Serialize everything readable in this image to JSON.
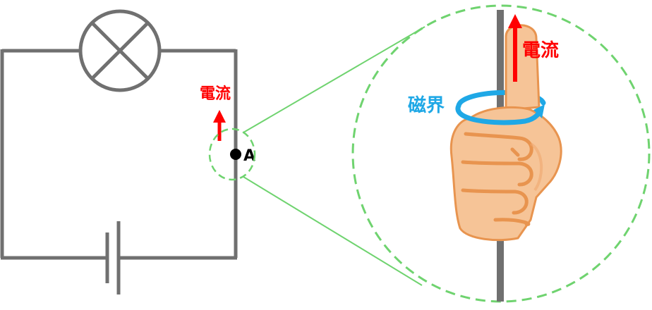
{
  "labels": {
    "current_small": "電流",
    "point": "A",
    "current_large": "電流",
    "magnetic_field": "磁界"
  },
  "colors": {
    "wire": "#707070",
    "current_arrow": "#ff0000",
    "field_arrow": "#1fa8e6",
    "zoom_circle": "#6fd36f",
    "hand_fill": "#f6c497",
    "hand_line": "#e8944f",
    "point": "#000000"
  },
  "icons": {
    "lamp": "lamp-symbol-icon",
    "battery": "battery-symbol-icon",
    "hand": "thumbs-up-hand-icon"
  }
}
